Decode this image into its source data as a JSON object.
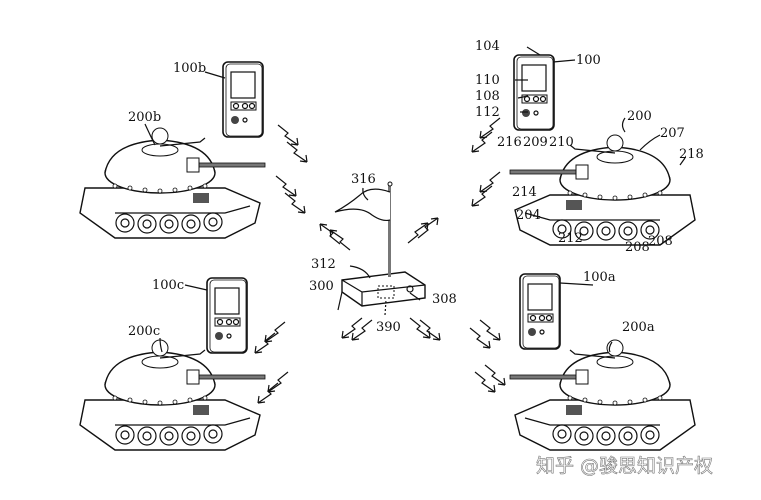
{
  "figure": {
    "phones": {
      "top_left": "100b",
      "bottom_left": "100c",
      "top_right": "100",
      "bottom_right": "100a"
    },
    "tanks": {
      "top_left": "200b",
      "bottom_left": "200c",
      "top_right": "200",
      "bottom_right": "200a"
    },
    "detail_labels": {
      "phone_top_edge": "104",
      "phone_screen": "110",
      "phone_buttons": "108",
      "phone_speaker": "112",
      "barrel_tip": "216",
      "barrel": "209",
      "turret_mount": "210",
      "turret": "207",
      "rear_sensor": "218",
      "tip_sensor": "214",
      "hull_front": "204",
      "hull_module": "212",
      "wheel_1": "208",
      "wheel_2": "208"
    },
    "base_station": {
      "flag": "316",
      "antenna_module": "312",
      "housing": "300",
      "button": "308",
      "internal_module": "390"
    }
  },
  "watermark": "知乎 @骏思知识产权"
}
